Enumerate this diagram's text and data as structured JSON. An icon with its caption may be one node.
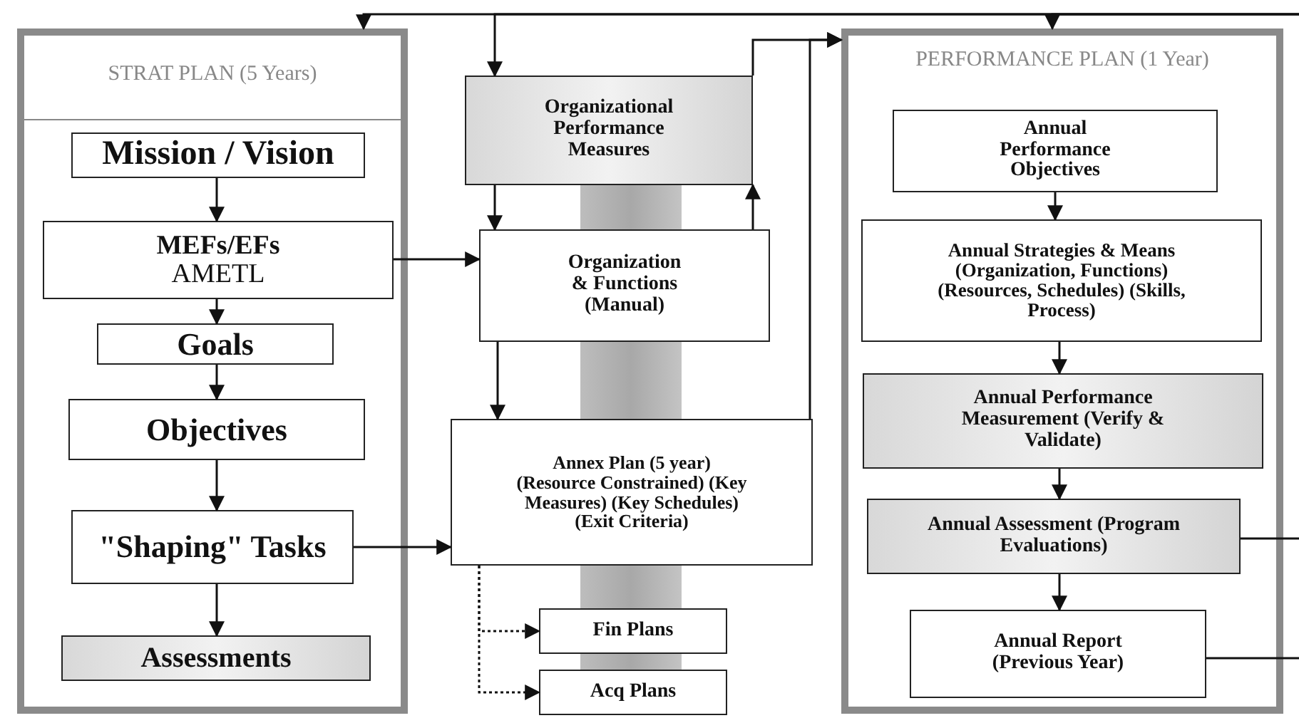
{
  "diagram": {
    "nodes": [
      {
        "text": [
          "STRAT PLAN (5 Years)"
        ]
      },
      {
        "text": [
          "Mission / Vision"
        ],
        "in": 0
      },
      {
        "text": [
          "MEFs/EFs",
          "AMETL"
        ],
        "in": 0
      },
      {
        "text": [
          "Goals"
        ],
        "in": 0
      },
      {
        "text": [
          "Objectives"
        ],
        "in": 0
      },
      {
        "text": [
          "\"Shaping\" Tasks"
        ],
        "in": 0
      },
      {
        "text": [
          "Assessments"
        ],
        "in": 0
      },
      {
        "text": [
          "Organizational Performance Measures"
        ]
      },
      {
        "text": [
          "Organization & Functions (Manual)"
        ]
      },
      {
        "text": [
          "Annex Plan (5 year) (Resource Constrained) (Key Measures) (Key Schedules) (Exit Criteria)"
        ]
      },
      {
        "text": [
          "Fin Plans"
        ]
      },
      {
        "text": [
          "Acq Plans"
        ]
      },
      {
        "text": [
          "PERFORMANCE PLAN (1 Year)"
        ]
      },
      {
        "text": [
          "Annual Performance Objectives"
        ],
        "in": 12
      },
      {
        "text": [
          "Annual Strategies & Means (Organization, Functions) (Resources, Schedules) (Skills, Process)"
        ],
        "in": 12
      },
      {
        "text": [
          "Annual Performance Measurement (Verify & Validate)"
        ],
        "in": 12
      },
      {
        "text": [
          "Annual Assessment (Program Evaluations)"
        ],
        "in": 12
      },
      {
        "text": [
          "Annual Report (Previous Year)"
        ],
        "in": 12
      }
    ],
    "edges": [
      {
        "from": 1,
        "to": 2,
        "arrow": "to"
      },
      {
        "from": 2,
        "to": 3,
        "arrow": "to"
      },
      {
        "from": 3,
        "to": 4,
        "arrow": "to"
      },
      {
        "from": 4,
        "to": 5,
        "arrow": "to"
      },
      {
        "from": 5,
        "to": 6,
        "arrow": "to"
      },
      {
        "from": 2,
        "to": 8,
        "arrow": "to"
      },
      {
        "from": 5,
        "to": 9,
        "arrow": "to"
      },
      {
        "from": 7,
        "to": 8,
        "arrow": "to"
      },
      {
        "from": 8,
        "to": 9,
        "arrow": "to"
      },
      {
        "from": 8,
        "to": 7,
        "arrow": "to"
      },
      {
        "from": 7,
        "to": 12,
        "arrow": "to"
      },
      {
        "from": 9,
        "to": 12,
        "arrow": "to"
      },
      {
        "from": 9,
        "to": 10,
        "arrow": "to",
        "style": "dashed"
      },
      {
        "from": 9,
        "to": 11,
        "arrow": "to",
        "style": "dashed"
      },
      {
        "from": 13,
        "to": 14,
        "arrow": "to"
      },
      {
        "from": 14,
        "to": 15,
        "arrow": "to"
      },
      {
        "from": 15,
        "to": 16,
        "arrow": "to"
      },
      {
        "from": 16,
        "to": 17,
        "arrow": "to"
      },
      {
        "from": 16,
        "to": null,
        "arrow": "none"
      },
      {
        "from": 17,
        "to": null,
        "arrow": "none"
      },
      {
        "from": null,
        "to": 0,
        "arrow": "to"
      },
      {
        "from": null,
        "to": 7,
        "arrow": "to"
      },
      {
        "from": null,
        "to": 12,
        "arrow": "to"
      }
    ]
  }
}
